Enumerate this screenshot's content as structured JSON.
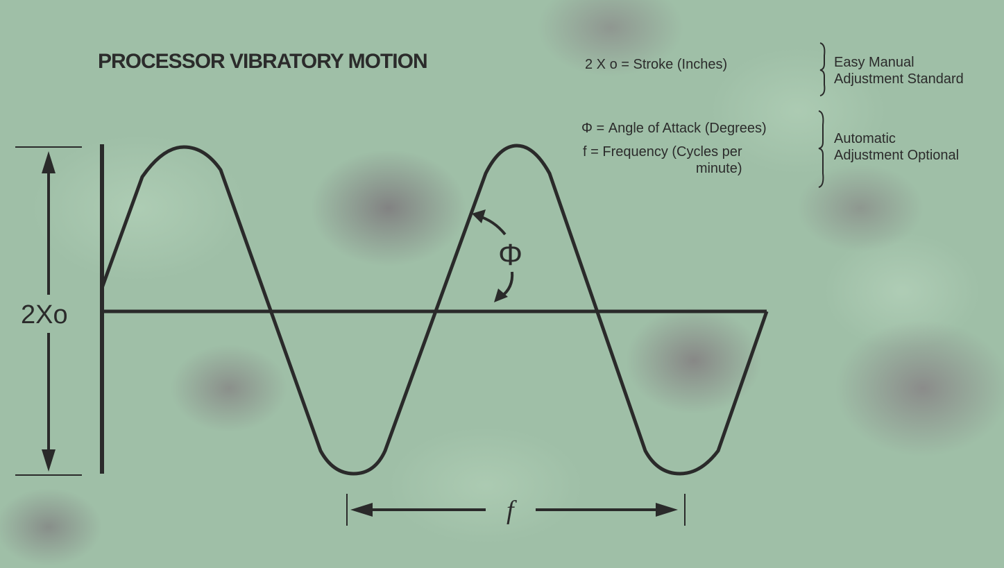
{
  "title": "PROCESSOR VIBRATORY MOTION",
  "legend": {
    "stroke": "2 Χ o = Stroke (Inches)",
    "easy_line1": "Easy Manual",
    "easy_line2": "Adjustment Standard",
    "angle": "Φ = Angle of Attack (Degrees)",
    "frequency_line1": "f = Frequency (Cycles per",
    "frequency_line2": "minute)",
    "auto_line1": "Automatic",
    "auto_line2": "Adjustment Optional"
  },
  "diagram": {
    "amplitude_label": "2Χo",
    "angle_label": "Φ",
    "frequency_label": "f"
  },
  "colors": {
    "line": "#2a2a2a",
    "text": "#2b2b2b",
    "background": "#9fbfa7"
  }
}
